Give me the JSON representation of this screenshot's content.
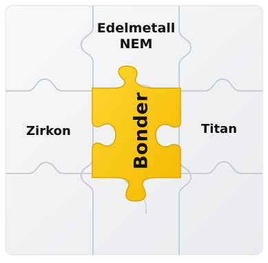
{
  "labels": {
    "top_line1": "Edelmetall",
    "top_line2": "NEM",
    "left": "Zirkon",
    "right": "Titan",
    "center": "Bonder"
  },
  "colors": {
    "puzzle_white": "#f3f4f6",
    "seam": "#c9ccd1",
    "center_piece": "#f6c400",
    "center_piece_edge": "#d9a400",
    "text": "#111111"
  }
}
